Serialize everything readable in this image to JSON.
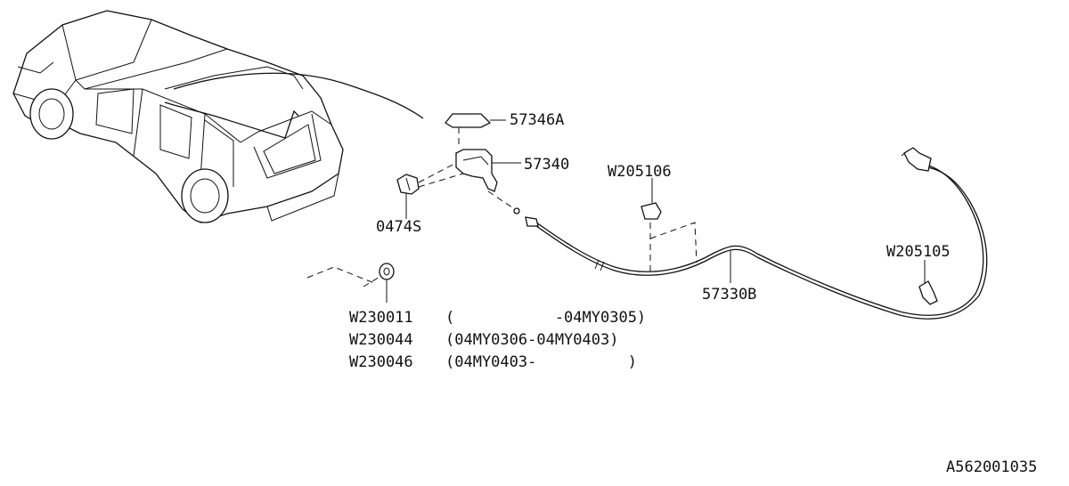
{
  "parts": {
    "p57346A": "57346A",
    "p57340": "57340",
    "p0474S": "0474S",
    "pW205106": "W205106",
    "pW205105": "W205105",
    "p57330B": "57330B"
  },
  "washer_options": [
    {
      "code": "W230011",
      "range": "(           -04MY0305)"
    },
    {
      "code": "W230044",
      "range": "(04MY0306-04MY0403)"
    },
    {
      "code": "W230046",
      "range": "(04MY0403-          )"
    }
  ],
  "diagram_id": "A562001035"
}
